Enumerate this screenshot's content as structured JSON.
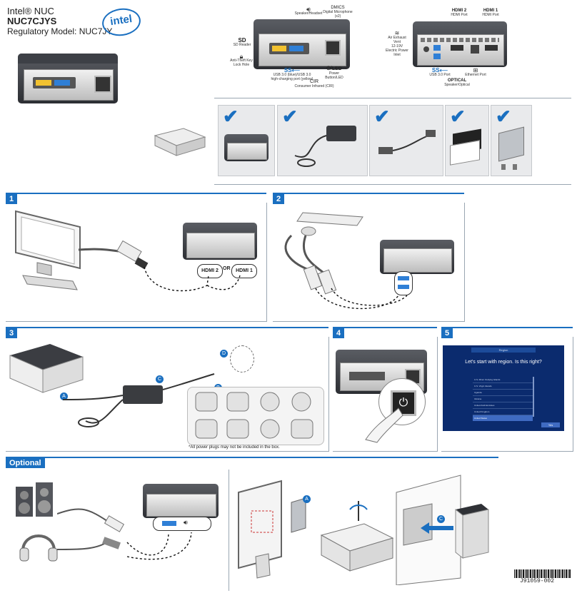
{
  "header": {
    "line1": "Intel® NUC",
    "line2": "NUC7CJYS",
    "line3": "Regulatory Model: NUC7JY",
    "logo": "intel"
  },
  "front_labels": {
    "sd_mark": "SD",
    "sd": "SD Reader",
    "lock": "Anti-Theft Key Lock Hole",
    "speaker": "Speaker/Headset",
    "dmics_title": "DMICS",
    "dmics": "Digital Microphone (x2)",
    "usb": "USB 3.0 (blue)/USB 3.0 high-charging port (yellow)",
    "cir_title": "CIR",
    "cir": "Consumer Infrared (CIR)",
    "led_title": "LED",
    "power": "Power Button/LED"
  },
  "back_labels": {
    "air": "Air Exhaust Vent",
    "dc_volt": "12-19V",
    "dc": "Electric Power Inlet",
    "hdmi2_title": "HDMI 2",
    "hdmi2": "HDMI Port",
    "hdmi1_title": "HDMI 1",
    "hdmi1": "HDMI Port",
    "usb": "USB 3.0 Port",
    "ethernet": "Ethernet Port",
    "optical_title": "OPTICAL",
    "optical": "Speaker/Optical"
  },
  "steps": {
    "s1": "1",
    "s2": "2",
    "s3": "3",
    "s4": "4",
    "s5": "5",
    "optional": "Optional",
    "hdmi_or": "OR",
    "hdmi2": "HDMI 2",
    "hdmi1": "HDMI 1",
    "plug_note": "*All power plugs may not be included in the box.",
    "label_a": "A",
    "label_b": "B",
    "label_c": "C",
    "label_d": "D"
  },
  "setup": {
    "top": "Region",
    "question": "Let's start with region.  Is this right?",
    "options": [
      "U.S. Minor Outlying Islands",
      "U.S. Virgin Islands",
      "Uganda",
      "Ukraine",
      "United Arab Emirates",
      "United Kingdom",
      "United States"
    ],
    "button": "Yes"
  },
  "barcode": "J91059-002"
}
